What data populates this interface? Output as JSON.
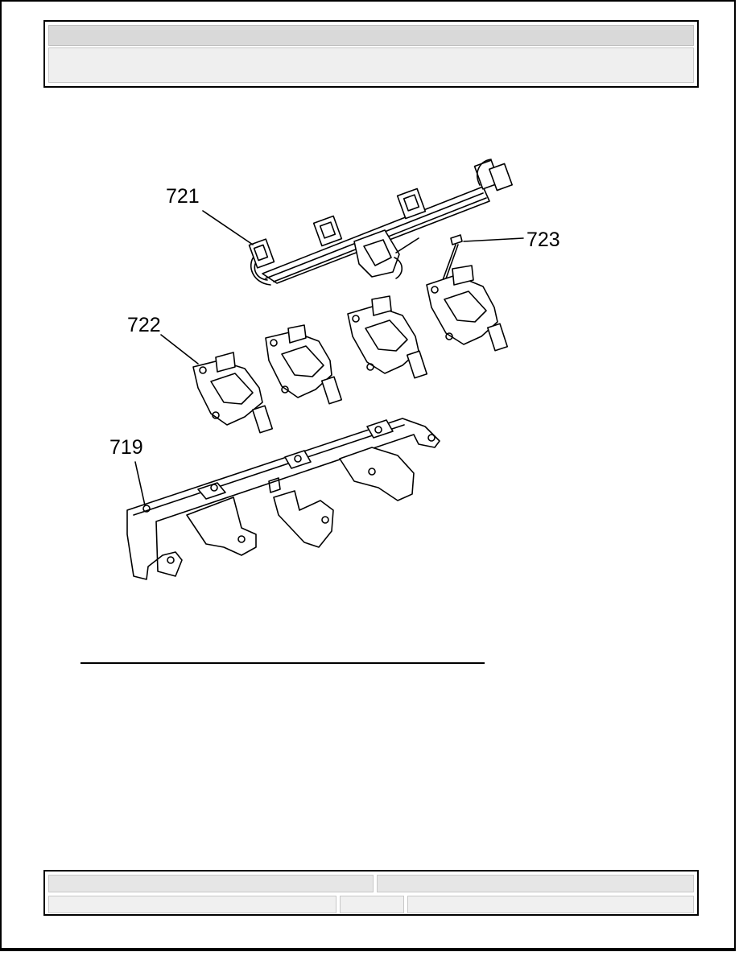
{
  "header": {
    "title": "",
    "subtitle": ""
  },
  "callouts": {
    "c721": "721",
    "c722": "722",
    "c723": "723",
    "c719": "719"
  },
  "footer": {
    "cell_a": "",
    "cell_b": "",
    "cell_c": "",
    "cell_d": "",
    "cell_e": ""
  }
}
